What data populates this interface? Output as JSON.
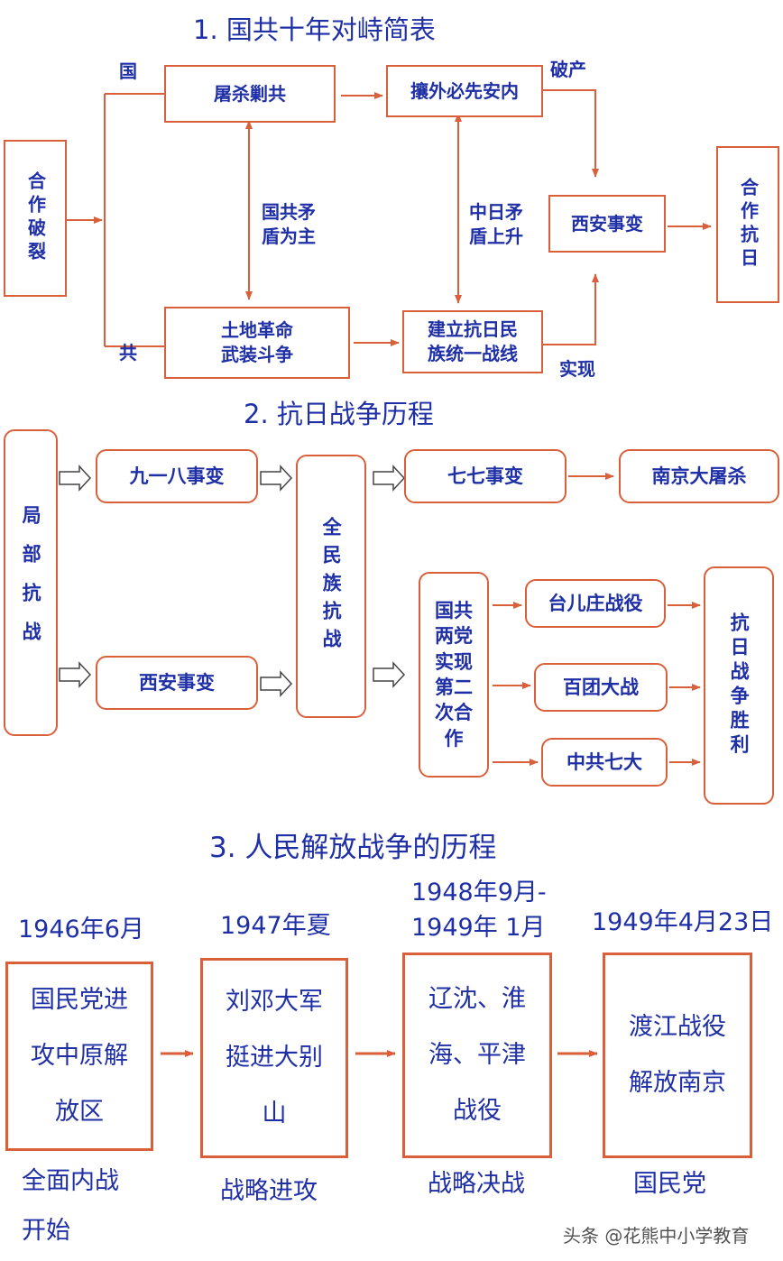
{
  "section1": {
    "title": "1. 国共十年对峙简表",
    "hezuo_polie": "合作破裂",
    "guo": "国",
    "gong": "共",
    "tusha": "屠杀剿共",
    "rangwai": "攘外必先安内",
    "pochan": "破产",
    "guogong_maodun": "国共矛\n盾为主",
    "zhongri_maodun": "中日矛\n盾上升",
    "xian": "西安事变",
    "hezuo_kangri": "合作抗日",
    "tudi": "土地革命\n武装斗争",
    "jianli": "建立抗日民\n族统一战线",
    "shixian": "实现"
  },
  "section2": {
    "title": "2. 抗日战争历程",
    "jubu": "局部抗战",
    "jiuyiba": "九一八事变",
    "xian2": "西安事变",
    "quanminzu": "全民族抗战",
    "qiqi": "七七事变",
    "nanjing": "南京大屠杀",
    "guogong_hezuo": "国共\n两党\n实现\n第二\n次合\n作",
    "taierzhuang": "台儿庄战役",
    "baituan": "百团大战",
    "qida": "中共七大",
    "shengli": "抗日战争胜利"
  },
  "section3": {
    "title": "3. 人民解放战争的历程",
    "d1": "1946年6月",
    "d2": "1947年夏",
    "d3": "1948年9月-\n1949年 1月",
    "d4": "1949年4月23日",
    "box1": "国民党进\n攻中原解\n放区",
    "box2": "刘邓大军\n挺进大别\n山",
    "box3": "辽沈、淮\n海、平津\n战役",
    "box4": "渡江战役\n解放南京",
    "c1": "全面内战\n开始",
    "c2": "战略进攻",
    "c3": "战略决战",
    "c4": "国民党"
  },
  "watermark": "头条 @花熊中小学教育",
  "colors": {
    "line": "#d9603a",
    "text": "#1f2fa6"
  }
}
